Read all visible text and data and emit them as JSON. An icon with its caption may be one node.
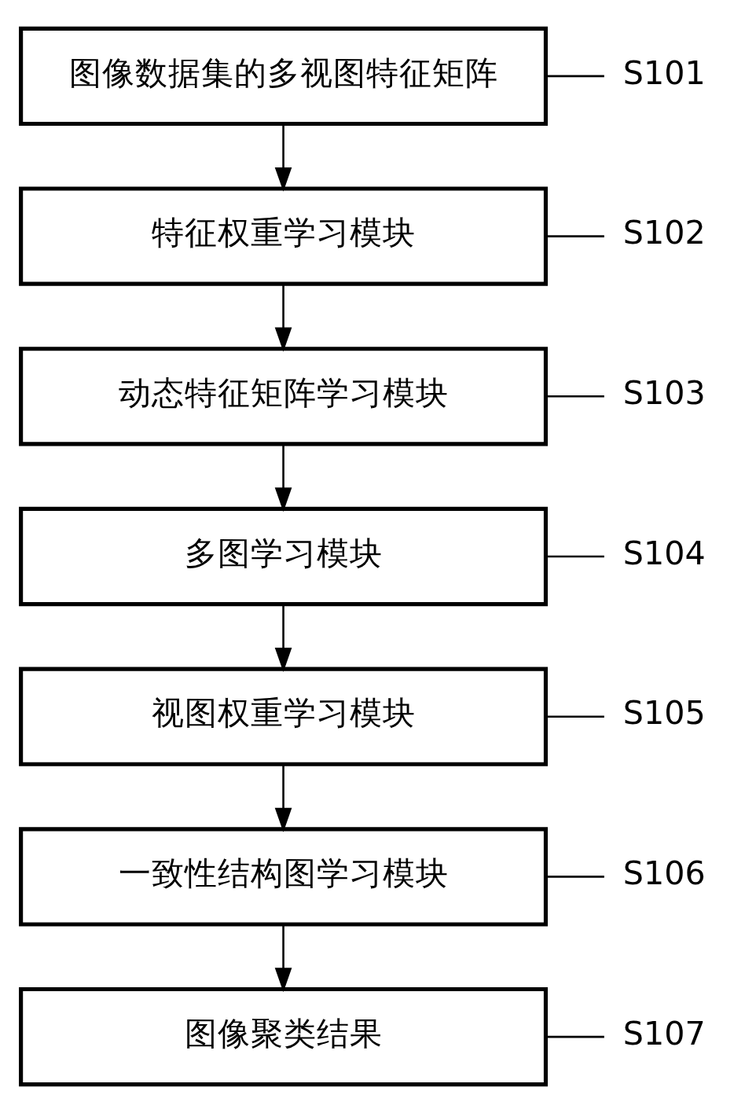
{
  "diagram": {
    "nodes": [
      {
        "text": [
          "图像数据集的多视图特征矩阵"
        ]
      },
      {
        "text": [
          "特征权重学习模块"
        ]
      },
      {
        "text": [
          "动态特征矩阵学习模块"
        ]
      },
      {
        "text": [
          "多图学习模块"
        ]
      },
      {
        "text": [
          "视图权重学习模块"
        ]
      },
      {
        "text": [
          "一致性结构图学习模块"
        ]
      },
      {
        "text": [
          "图像聚类结果"
        ]
      },
      {
        "text": [
          "S101"
        ]
      },
      {
        "text": [
          "S102"
        ]
      },
      {
        "text": [
          "S103"
        ]
      },
      {
        "text": [
          "S104"
        ]
      },
      {
        "text": [
          "S105"
        ]
      },
      {
        "text": [
          "S106"
        ]
      },
      {
        "text": [
          "S107"
        ]
      }
    ],
    "edges": [
      {
        "from": 0,
        "to": 1,
        "arrow": "to"
      },
      {
        "from": 1,
        "to": 2,
        "arrow": "to"
      },
      {
        "from": 2,
        "to": 3,
        "arrow": "to"
      },
      {
        "from": 3,
        "to": 4,
        "arrow": "to"
      },
      {
        "from": 4,
        "to": 5,
        "arrow": "to"
      },
      {
        "from": 5,
        "to": 6,
        "arrow": "to"
      },
      {
        "from": 7,
        "to": 0,
        "arrow": "none"
      },
      {
        "from": 8,
        "to": 1,
        "arrow": "none"
      },
      {
        "from": 9,
        "to": 2,
        "arrow": "none"
      },
      {
        "from": 10,
        "to": 3,
        "arrow": "none"
      },
      {
        "from": 11,
        "to": 4,
        "arrow": "none"
      },
      {
        "from": 12,
        "to": 5,
        "arrow": "none"
      },
      {
        "from": 13,
        "to": 6,
        "arrow": "none"
      }
    ]
  }
}
